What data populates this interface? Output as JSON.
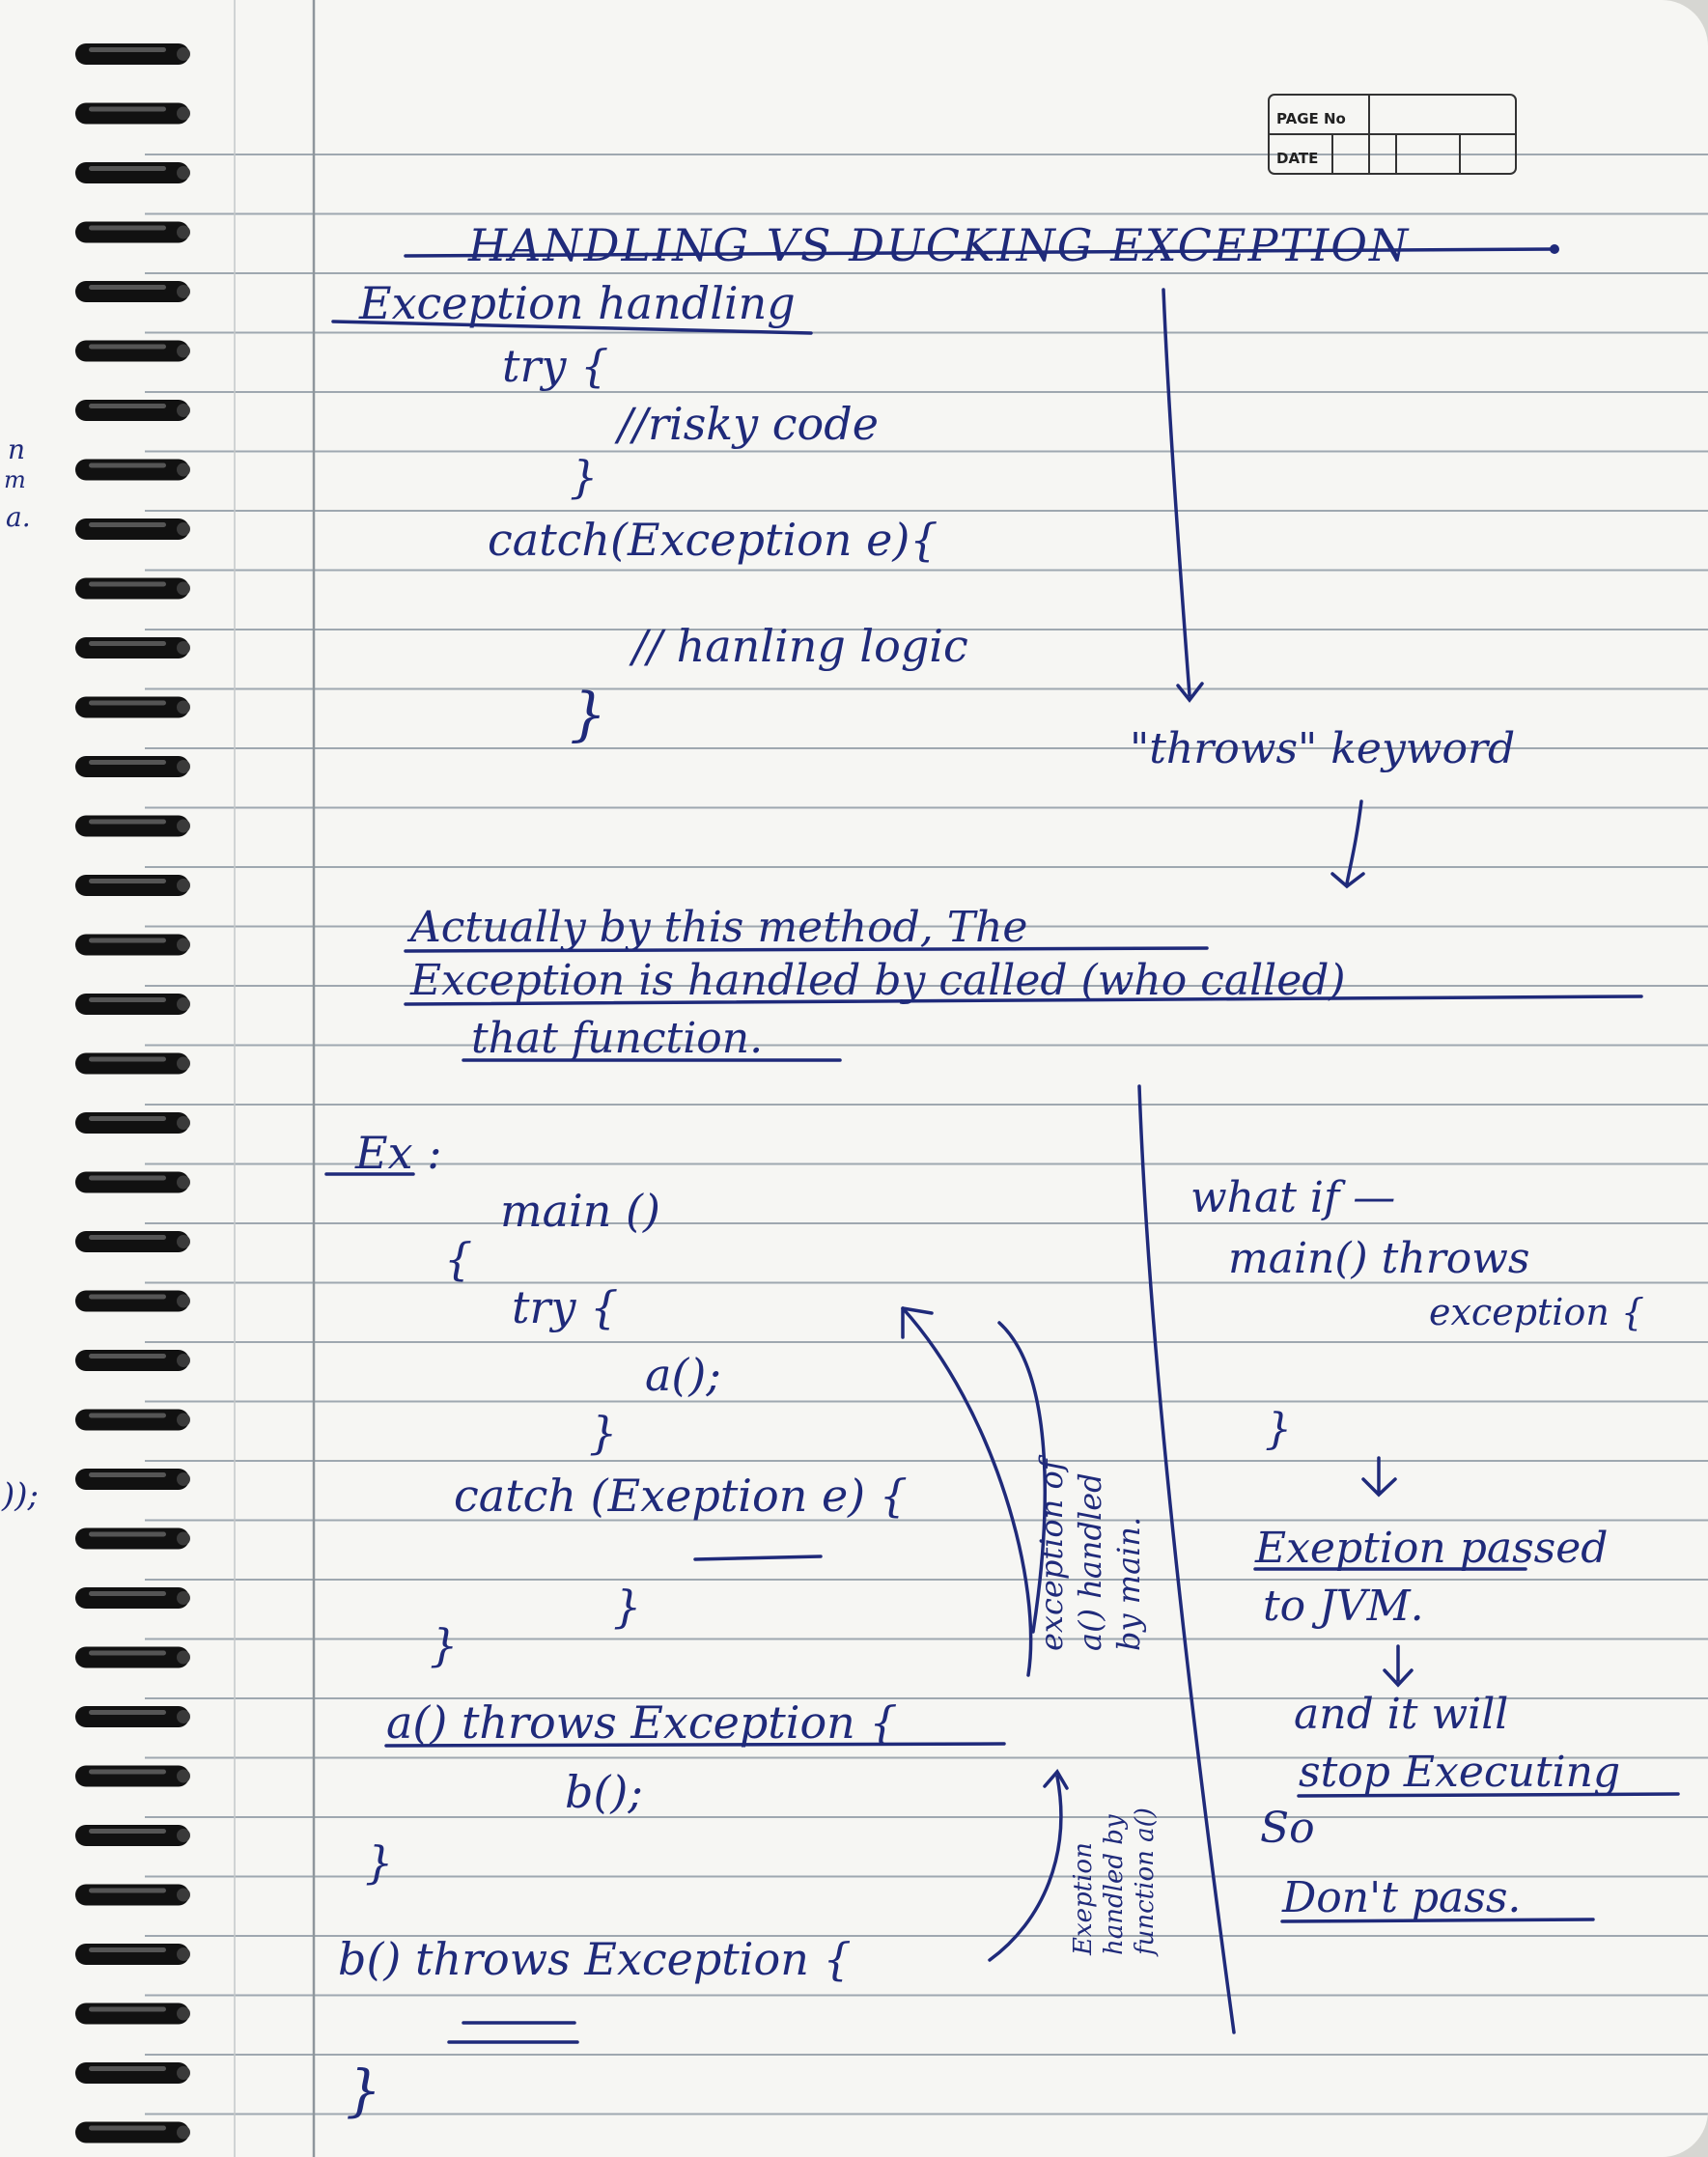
{
  "header": {
    "page_no_label": "PAGE No",
    "date_label": "DATE"
  },
  "title": "HANDLING VS DUCKING EXCEPTION",
  "section1": {
    "heading": "Exception handling",
    "lines": [
      "try {",
      "//risky code",
      "}",
      "catch(Exception e){",
      "// hanling logic",
      "}"
    ]
  },
  "side1": {
    "keyword": "\"throws\" keyword"
  },
  "explanation": {
    "lines": [
      "Actually by this method, The",
      "Exception is handled by called (who called)",
      "that function."
    ]
  },
  "example": {
    "label": "Ex :",
    "code": [
      "main ()",
      "{",
      "try {",
      "a();",
      "}",
      "catch (Exeption e) {",
      "}",
      "}",
      "a() throws Exception {",
      "b();",
      "}",
      "b() throws Exception {",
      "}"
    ]
  },
  "annotations": {
    "a_handled_by_main": [
      "exception of",
      "a() handled",
      "by main."
    ],
    "b_handled_by_a": [
      "Exeption",
      "handled by",
      "function a()"
    ]
  },
  "side2": {
    "lines": [
      "what if —",
      "main() throws",
      "exception {",
      "}",
      "Exeption passed",
      "to JVM.",
      "and it will",
      "stop Executing",
      "So",
      "Don't pass."
    ]
  },
  "margin_fragments": [
    "n",
    "m",
    "a.",
    "));"
  ]
}
